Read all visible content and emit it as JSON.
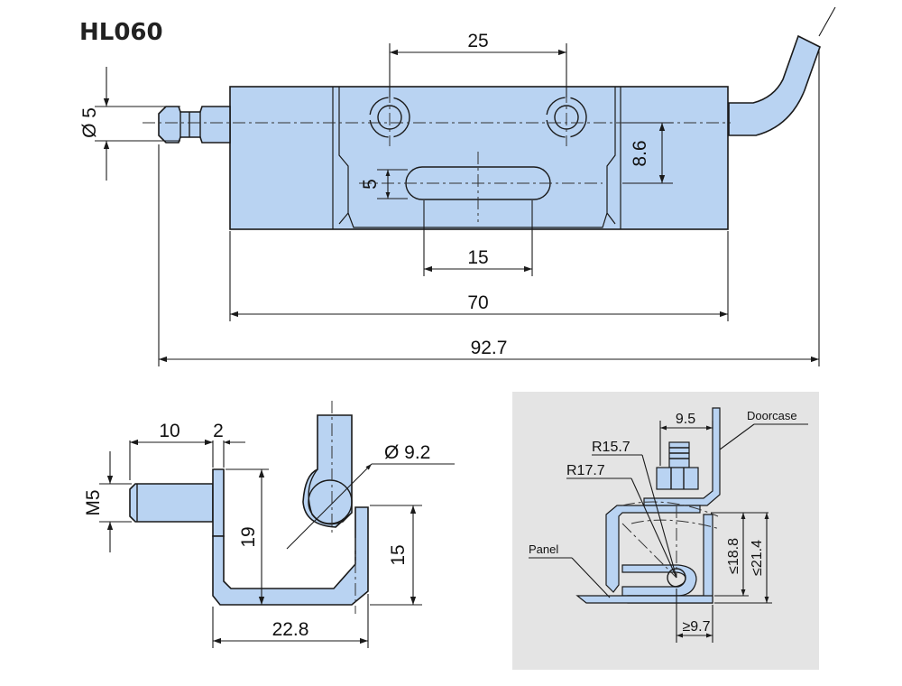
{
  "title": "HL060",
  "top_view": {
    "dims": {
      "hole_spacing": "25",
      "diameter": "Ø 5",
      "hole_offset": "8.6",
      "slot_width": "5",
      "slot_length": "15",
      "body_length": "70",
      "overall_length": "92.7"
    }
  },
  "side_view": {
    "dims": {
      "thread_length": "10",
      "flange": "2",
      "thread": "M5",
      "height_19": "19",
      "diameter": "Ø 9.2",
      "height_15": "15",
      "base_length": "22.8"
    }
  },
  "install_view": {
    "labels": {
      "doorcase": "Doorcase",
      "panel": "Panel"
    },
    "dims": {
      "width": "9.5",
      "r1": "R15.7",
      "r2": "R17.7",
      "d1": "≤18.8",
      "d2": "≤21.4",
      "d3": "≥9.7"
    },
    "background": "#e4e4e4"
  },
  "colors": {
    "part_fill": "#b9d3f2",
    "outline": "#1a1a1a"
  }
}
